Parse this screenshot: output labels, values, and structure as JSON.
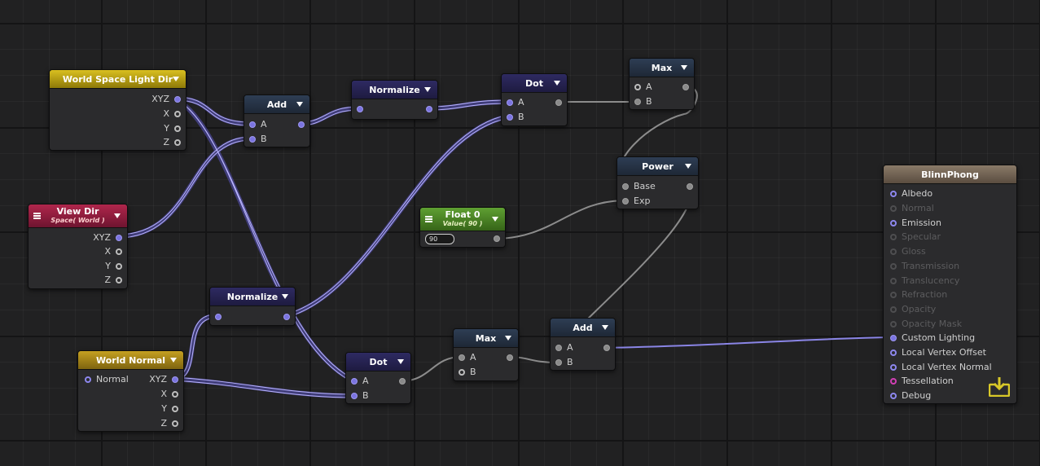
{
  "nodes": {
    "wsld": {
      "title": "World Space Light Dir",
      "ports": [
        "XYZ",
        "X",
        "Y",
        "Z"
      ]
    },
    "viewdir": {
      "title": "View Dir",
      "subtitle": "Space( World )",
      "ports": [
        "XYZ",
        "X",
        "Y",
        "Z"
      ]
    },
    "wnormal": {
      "title": "World Normal",
      "input": "Normal",
      "ports": [
        "XYZ",
        "X",
        "Y",
        "Z"
      ]
    },
    "add1": {
      "title": "Add",
      "a": "A",
      "b": "B"
    },
    "norm1": {
      "title": "Normalize"
    },
    "norm2": {
      "title": "Normalize"
    },
    "dot1": {
      "title": "Dot",
      "a": "A",
      "b": "B"
    },
    "dot2": {
      "title": "Dot",
      "a": "A",
      "b": "B"
    },
    "max1": {
      "title": "Max",
      "a": "A",
      "b": "B"
    },
    "max2": {
      "title": "Max",
      "a": "A",
      "b": "B"
    },
    "power": {
      "title": "Power",
      "base": "Base",
      "exp": "Exp"
    },
    "float0": {
      "title": "Float 0",
      "subtitle": "Value( 90 )",
      "value": "90"
    },
    "add2": {
      "title": "Add",
      "a": "A",
      "b": "B"
    },
    "blinn": {
      "title": "BlinnPhong",
      "inputs": [
        "Albedo",
        "Normal",
        "Emission",
        "Specular",
        "Gloss",
        "Transmission",
        "Translucency",
        "Refraction",
        "Opacity",
        "Opacity Mask",
        "Custom Lighting",
        "Local Vertex Offset",
        "Local Vertex Normal",
        "Tessellation",
        "Debug"
      ]
    }
  },
  "colors": {
    "wire_vector": "#6f68d8",
    "wire_float": "#9a9a9a",
    "port_vector": "#7b74e0",
    "tessellation_port": "#d13fb4",
    "save_icon": "#d8c828"
  },
  "icons": {
    "save": "save-to-output-icon",
    "menu": "menu-icon",
    "dropdown": "chevron-down-icon"
  }
}
